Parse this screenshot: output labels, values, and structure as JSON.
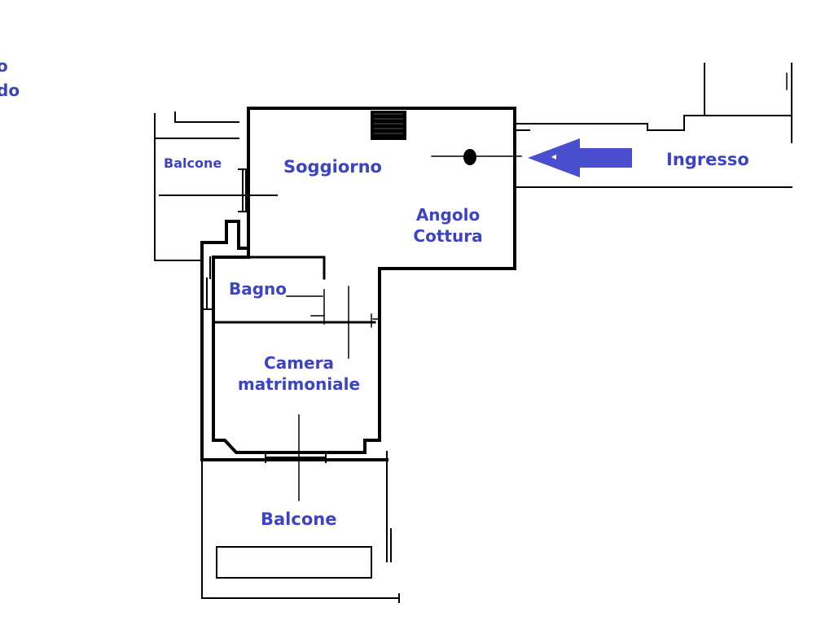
{
  "rooms": {
    "soggiorno": "Soggiorno",
    "angolo_line1": "Angolo",
    "angolo_line2": "Cottura",
    "bagno": "Bagno",
    "camera_line1": "Camera",
    "camera_line2": "matrimoniale",
    "balcone_left": "Balcone",
    "balcone_bottom": "Balcone"
  },
  "entrance": {
    "label": "Ingresso"
  },
  "cut_text": {
    "line1": "o",
    "line2": "do"
  },
  "colors": {
    "label": "#3c44c4",
    "arrow": "#4a4fd0",
    "walls": "#000000",
    "background": "#ffffff"
  }
}
